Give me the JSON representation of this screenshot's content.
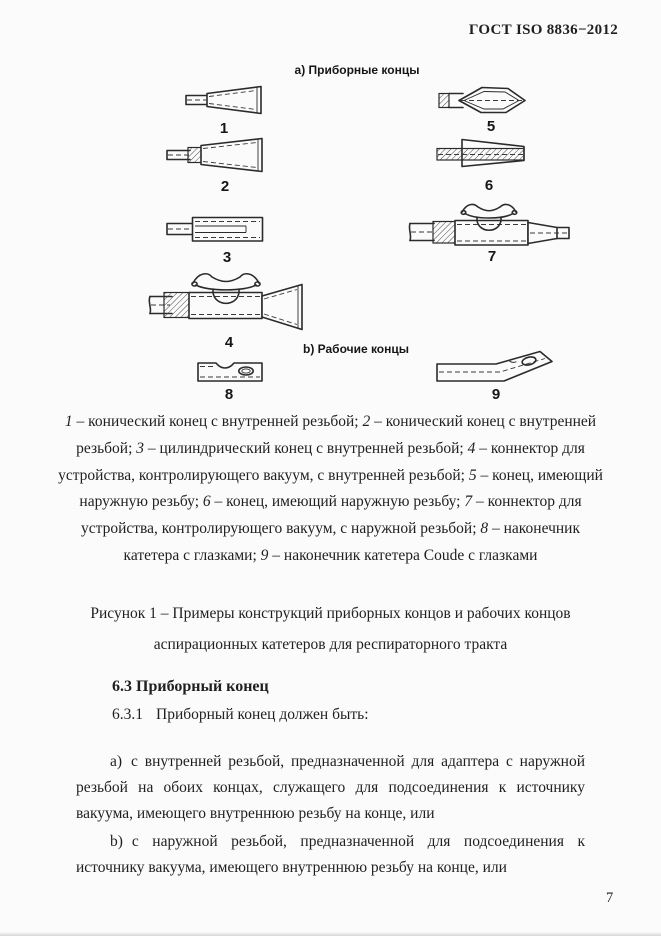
{
  "page": {
    "header": "ГОСТ ISO 8836−2012",
    "page_number": "7"
  },
  "figure": {
    "group_a_label": "а) Приборные концы",
    "group_b_label": "b) Рабочие концы",
    "item_labels": [
      "1",
      "2",
      "3",
      "4",
      "5",
      "6",
      "7",
      "8",
      "9"
    ],
    "legend_items": [
      {
        "num": "1",
        "text": "конический конец с внутренней резьбой"
      },
      {
        "num": "2",
        "text": "конический конец с внутренней резьбой"
      },
      {
        "num": "3",
        "text": "цилиндрический конец с внутренней резьбой"
      },
      {
        "num": "4",
        "text": "коннектор для устройства, контролирующего вакуум, с внутренней резьбой"
      },
      {
        "num": "5",
        "text": "конец, имеющий наружную резьбу"
      },
      {
        "num": "6",
        "text": "конец, имеющий наружную резьбу"
      },
      {
        "num": "7",
        "text": "коннектор для устройства, контролирующего вакуум, с наружной резьбой"
      },
      {
        "num": "8",
        "text": "наконечник катетера с глазками"
      },
      {
        "num": "9",
        "text": "наконечник катетера Coude с глазками"
      }
    ],
    "caption_lines": [
      "Рисунок 1 – Примеры конструкций приборных концов и рабочих концов",
      "аспирационных катетеров для респираторного тракта"
    ]
  },
  "section": {
    "heading": "6.3 Приборный конец",
    "clause_number": "6.3.1",
    "clause_text": "Приборный конец должен быть:",
    "items": [
      {
        "marker": "а)",
        "text": "с внутренней резьбой, предназначенной для адаптера с наружной резьбой на обоих концах, служащего для подсоединения к источнику вакуума, имеющего внутреннюю резьбу на конце, или"
      },
      {
        "marker": "b)",
        "text": "с наружной резьбой, предназначенной для подсоединения к источнику вакуума, имеющего внутреннюю резьбу на конце, или"
      }
    ]
  },
  "colors": {
    "ink": "#1f1f1f",
    "paper": "#fbfbfb"
  }
}
